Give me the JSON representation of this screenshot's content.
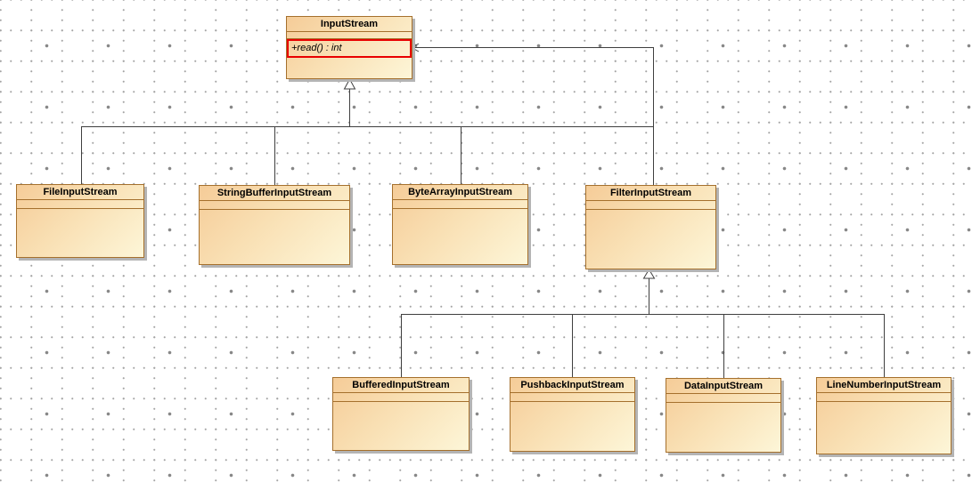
{
  "diagram": {
    "classes": [
      {
        "name": "InputStream",
        "methods": [
          "+read() : int"
        ],
        "selected_member": "+read() : int"
      },
      {
        "name": "FileInputStream"
      },
      {
        "name": "StringBufferInputStream"
      },
      {
        "name": "ByteArrayInputStream"
      },
      {
        "name": "FilterInputStream"
      },
      {
        "name": "BufferedInputStream"
      },
      {
        "name": "PushbackInputStream"
      },
      {
        "name": "DataInputStream"
      },
      {
        "name": "LineNumberInputStream"
      }
    ],
    "relationships": [
      {
        "type": "generalization",
        "from": "FileInputStream",
        "to": "InputStream"
      },
      {
        "type": "generalization",
        "from": "StringBufferInputStream",
        "to": "InputStream"
      },
      {
        "type": "generalization",
        "from": "ByteArrayInputStream",
        "to": "InputStream"
      },
      {
        "type": "generalization",
        "from": "FilterInputStream",
        "to": "InputStream"
      },
      {
        "type": "generalization",
        "from": "BufferedInputStream",
        "to": "FilterInputStream"
      },
      {
        "type": "generalization",
        "from": "PushbackInputStream",
        "to": "FilterInputStream"
      },
      {
        "type": "generalization",
        "from": "DataInputStream",
        "to": "FilterInputStream"
      },
      {
        "type": "generalization",
        "from": "LineNumberInputStream",
        "to": "FilterInputStream"
      },
      {
        "type": "reference",
        "from": "FilterInputStream",
        "to": "InputStream.read()"
      }
    ],
    "colors": {
      "selection_highlight": "#e90000",
      "class_border": "#a5702d",
      "class_fill_dark": "#f5cc98",
      "class_fill_light": "#fdf6d8",
      "connector": "#3f3f3f",
      "shadow": "#b4b4b4",
      "grid_dot": "#a4a4a4"
    }
  }
}
